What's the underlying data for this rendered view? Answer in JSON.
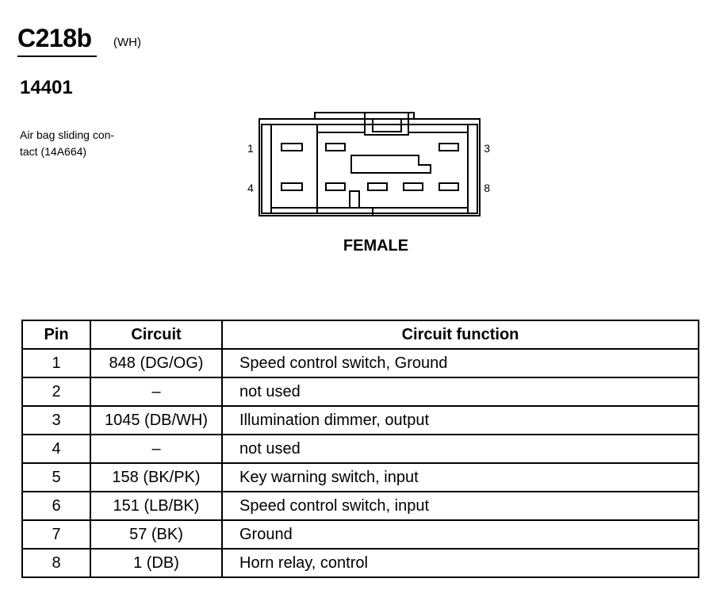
{
  "connector": {
    "id": "C218b",
    "color": "(WH)",
    "part_number": "14401",
    "description_lines": [
      "Air bag sliding con-",
      "tact (14A664)"
    ],
    "view": "FEMALE",
    "pin_labels": {
      "top_left": "1",
      "top_right": "3",
      "bottom_left": "4",
      "bottom_right": "8"
    }
  },
  "table": {
    "headers": {
      "pin": "Pin",
      "circuit": "Circuit",
      "function": "Circuit function"
    },
    "rows": [
      {
        "pin": "1",
        "circuit": "848 (DG/OG)",
        "function": "Speed control switch, Ground"
      },
      {
        "pin": "2",
        "circuit": "–",
        "function": "not used"
      },
      {
        "pin": "3",
        "circuit": "1045 (DB/WH)",
        "function": "Illumination dimmer, output"
      },
      {
        "pin": "4",
        "circuit": "–",
        "function": "not used"
      },
      {
        "pin": "5",
        "circuit": "158 (BK/PK)",
        "function": "Key warning switch, input"
      },
      {
        "pin": "6",
        "circuit": "151 (LB/BK)",
        "function": "Speed control switch, input"
      },
      {
        "pin": "7",
        "circuit": "57 (BK)",
        "function": "Ground"
      },
      {
        "pin": "8",
        "circuit": "1 (DB)",
        "function": "Horn relay, control"
      }
    ]
  }
}
